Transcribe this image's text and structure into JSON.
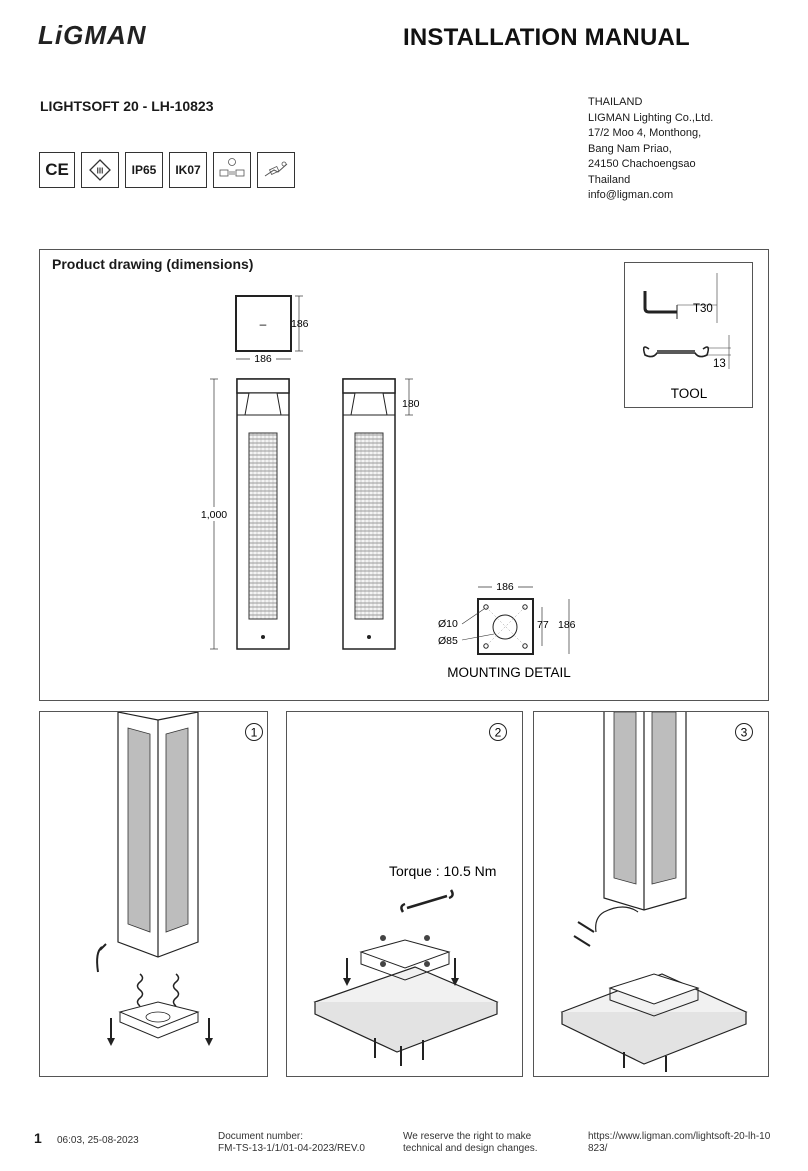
{
  "header": {
    "logo": "LiGMAN",
    "title": "INSTALLATION MANUAL",
    "product": "LIGHTSOFT 20 - LH-10823"
  },
  "address": {
    "lines": [
      "THAILAND",
      "LIGMAN Lighting Co.,Ltd.",
      "17/2 Moo 4, Monthong,",
      "Bang Nam Priao,",
      "24150 Chachoengsao",
      "Thailand",
      "info@ligman.com"
    ]
  },
  "certifications": [
    "CE",
    "III",
    "IP65",
    "IK07"
  ],
  "drawing": {
    "title": "Product drawing (dimensions)",
    "top_view": {
      "symbol": "–",
      "width": "186",
      "depth": "186"
    },
    "height": "1,000",
    "head_height": "180",
    "mounting": {
      "width": "186",
      "hole": "Ø10",
      "center": "Ø85",
      "inner": "77",
      "outer": "186",
      "label": "MOUNTING DETAIL"
    },
    "tool": {
      "key": "T30",
      "wrench": "13",
      "label": "TOOL"
    }
  },
  "steps": [
    {
      "number": "1"
    },
    {
      "number": "2",
      "note": "Torque : 10.5 Nm"
    },
    {
      "number": "3"
    }
  ],
  "footer": {
    "page": "1",
    "datetime": "06:03, 25-08-2023",
    "doc_label": "Document number:",
    "doc_number": "FM-TS-13-1/1/01-04-2023/REV.0",
    "reserve_1": "We reserve the right to make",
    "reserve_2": "technical and design changes.",
    "url_1": "https://www.ligman.com/lightsoft-20-lh-10",
    "url_2": "823/"
  }
}
